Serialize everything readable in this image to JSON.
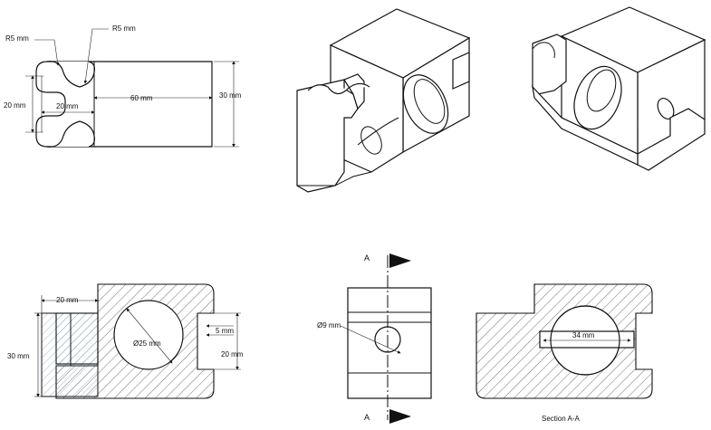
{
  "top_view": {
    "r_outer": "R5 mm",
    "r_inner": "R5 mm",
    "width_20_vertical": "20 mm",
    "width_20_horizontal": "20 mm",
    "length": "60 mm",
    "height": "30 mm"
  },
  "front_view": {
    "slot_width": "20 mm",
    "bore": "Ø25 mm",
    "hole_small": "5 mm",
    "right_height": "20 mm",
    "total_height": "30 mm"
  },
  "side_view": {
    "hole": "Ø9 mm",
    "section_top": "A",
    "section_bottom": "A"
  },
  "section_view": {
    "cut_width": "34 mm",
    "caption": "Section A-A"
  }
}
